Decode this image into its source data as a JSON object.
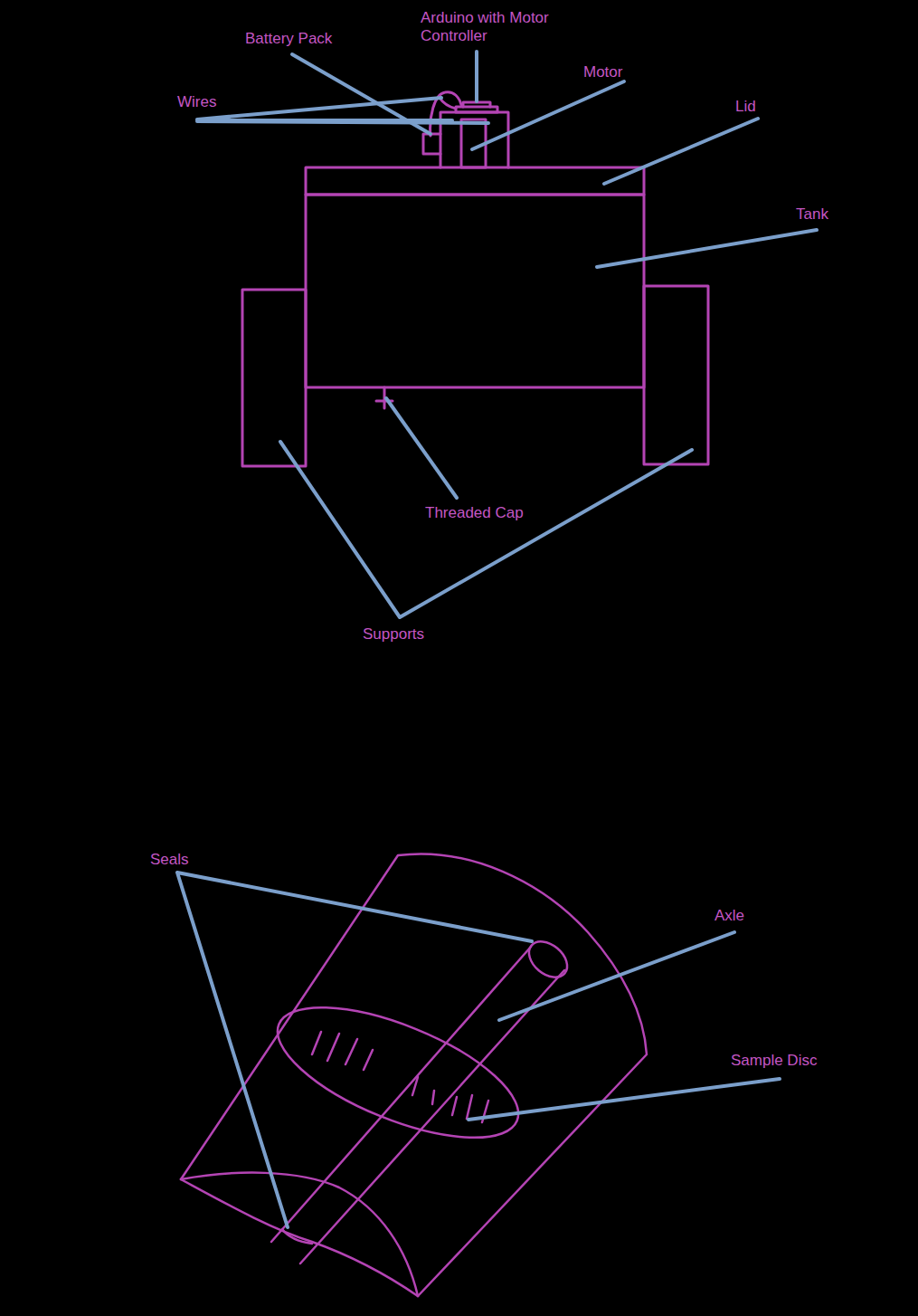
{
  "diagram": {
    "labels": [
      "Arduino with Motor Controller",
      "Battery Pack",
      "Wires",
      "Motor",
      "Lid",
      "Tank",
      "Threaded Cap",
      "Supports",
      "Seals",
      "Axle",
      "Sample Disc"
    ]
  }
}
